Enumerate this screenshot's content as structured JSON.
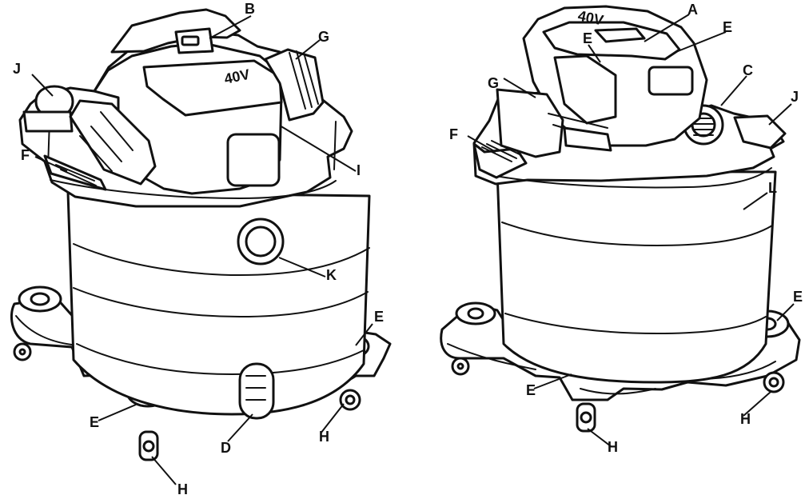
{
  "title": "",
  "brand_text": "40V",
  "labels": {
    "A": "A",
    "B": "B",
    "C": "C",
    "D": "D",
    "E": "E",
    "F": "F",
    "G": "G",
    "H": "H",
    "I": "I",
    "J": "J",
    "K": "K",
    "L": "L"
  }
}
